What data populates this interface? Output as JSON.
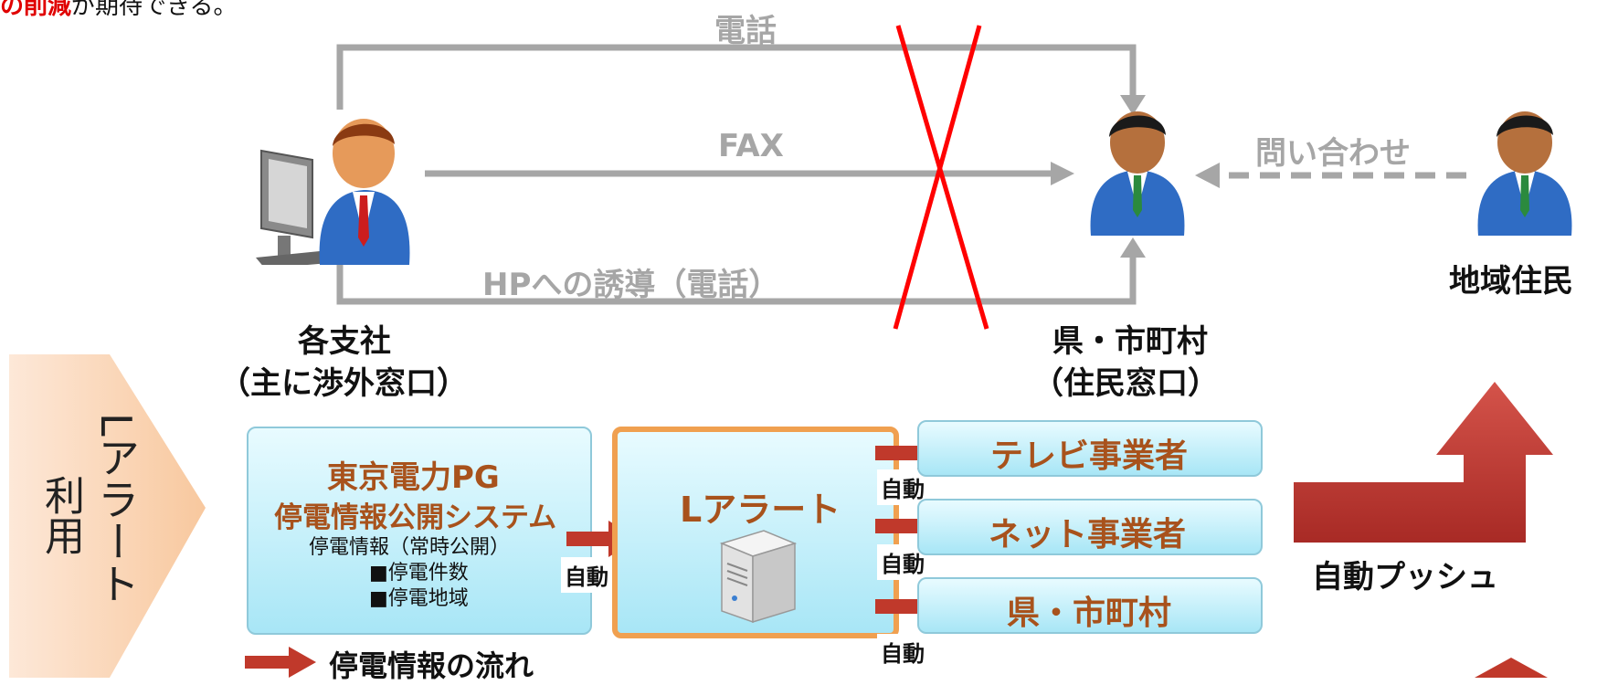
{
  "top_caption_fragment": "の削減が期待できる。",
  "top_caption_red": "の削減",
  "top_caption_rest": "が期待できる。",
  "paths": {
    "phone": "電話",
    "fax": "FAX",
    "hp": "HPへの誘導（電話）",
    "inquiry": "問い合わせ"
  },
  "actors": {
    "branch_line1": "各支社",
    "branch_line2": "（主に渉外窓口）",
    "municipality_line1": "県・市町村",
    "municipality_line2": "（住民窓口）",
    "residents": "地域住民"
  },
  "l_alert_usage": {
    "col1": "Lアラート",
    "col2": "利用"
  },
  "system_box": {
    "title1": "東京電力PG",
    "title2": "停電情報公開システム",
    "line1": "停電情報（常時公開）",
    "item1": "■停電件数",
    "item2": "■停電地域"
  },
  "auto_label": "自動",
  "l_alert_box": {
    "title": "Lアラート"
  },
  "destinations": [
    "テレビ事業者",
    "ネット事業者",
    "県・市町村"
  ],
  "auto_push": "自動プッシュ",
  "legend": {
    "label": "停電情報の流れ"
  },
  "colors": {
    "gray_line": "#a6a6a6",
    "red_cross": "#ff0000",
    "arrow_red": "#c0392b",
    "brown_text": "#a8521c",
    "orange_border": "#f0a050",
    "cyan_fill": "#bdeefa"
  }
}
